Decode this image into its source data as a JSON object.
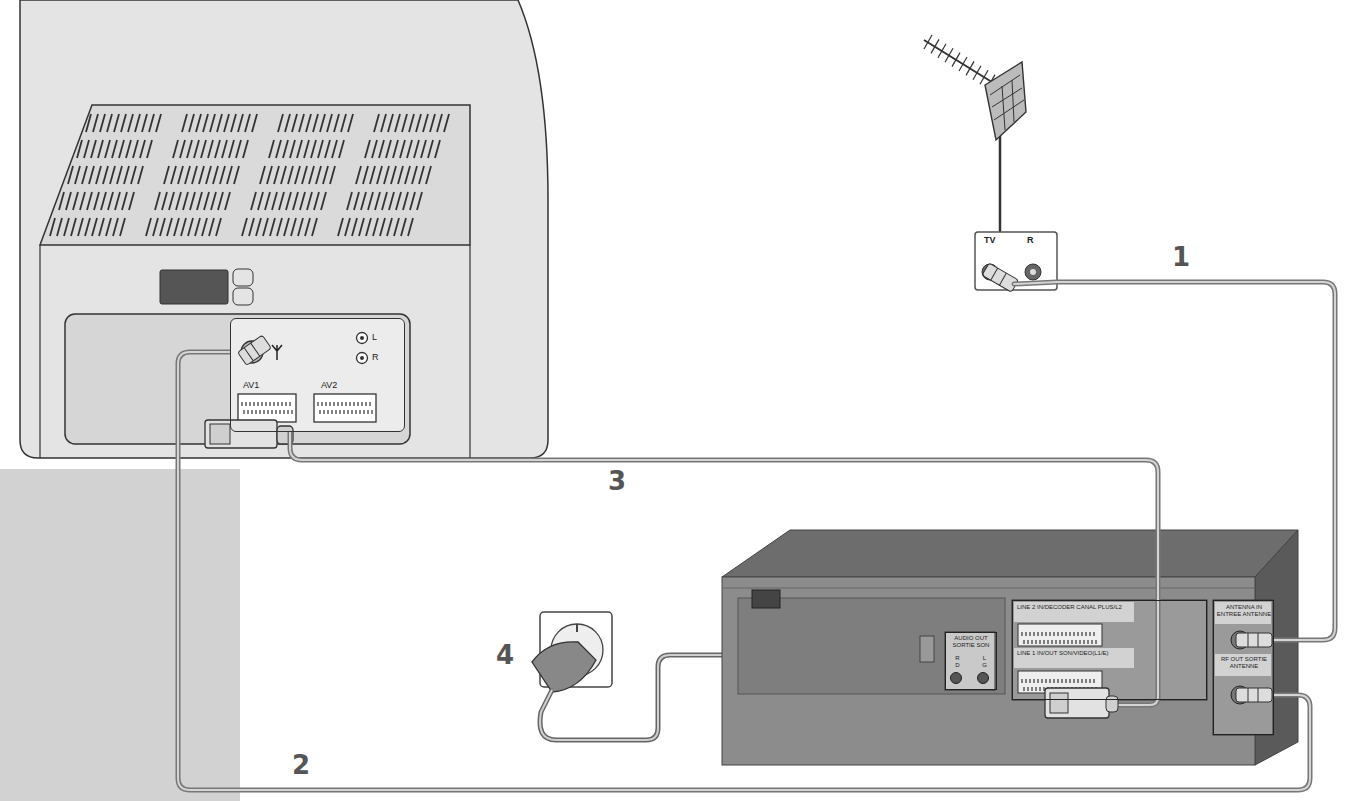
{
  "diagram": {
    "nodes": [
      {
        "text": [
          "TV",
          "R"
        ]
      },
      {
        "text": [
          "L",
          "R",
          "AV1",
          "AV2"
        ]
      },
      {
        "text": [
          "ANTENNA IN ENTREE ANTENNE",
          "RF OUT SORTIE ANTENNE"
        ]
      },
      {
        "text": [
          "LINE 2 IN/DECODER CANAL PLUS/L2",
          "LINE 1 IN/OUT SON/VIDEO(L1/E)"
        ]
      },
      {
        "text": [
          "AUDIO OUT SORTIE SON",
          "R D",
          "L G"
        ]
      }
    ],
    "edges": [
      {
        "from": 0,
        "to": 2,
        "arrow": "none",
        "label": "1"
      },
      {
        "from": 2,
        "to": 1,
        "arrow": "none",
        "label": "2"
      },
      {
        "from": 3,
        "to": 1,
        "arrow": "none",
        "label": "3"
      }
    ],
    "labels": [
      "4"
    ]
  }
}
